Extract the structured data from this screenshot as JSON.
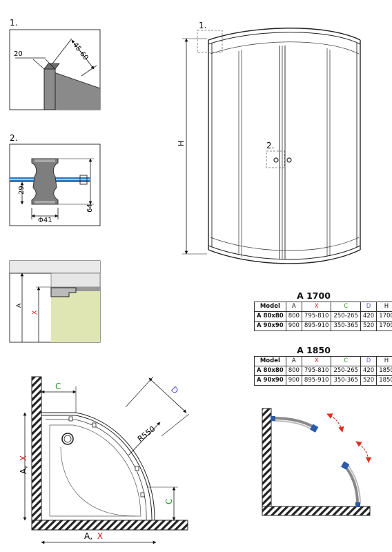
{
  "detail1": {
    "label": "1.",
    "dim_a": "20",
    "dim_b": "45-60"
  },
  "detail2": {
    "label": "2.",
    "dim_height": "29",
    "dim_diameter": "Φ41",
    "dim_total": "64"
  },
  "detail3": {
    "dim_a": "A",
    "dim_x": "X"
  },
  "front_view": {
    "callout1": "1.",
    "callout2": "2.",
    "height_label": "H"
  },
  "plan_view": {
    "dim_c_top": "C",
    "dim_d": "D",
    "radius": "R550",
    "dim_c_side": "C",
    "side_a": "A,",
    "side_x": "X",
    "bottom_a": "A,",
    "bottom_x": "X"
  },
  "colors": {
    "x": "#d11a1a",
    "c": "#2a9a2a",
    "d": "#5a5ac8",
    "tray": "#dfe6b4",
    "rod": "#2c78c0",
    "arrow": "#e03020"
  },
  "tables": [
    {
      "title": "A 1700",
      "headers": [
        "Model",
        "A",
        "X",
        "C",
        "D",
        "H"
      ],
      "rows": [
        [
          "A 80x80",
          "800",
          "795-810",
          "250-265",
          "420",
          "1700"
        ],
        [
          "A 90x90",
          "900",
          "895-910",
          "350-365",
          "520",
          "1700"
        ]
      ]
    },
    {
      "title": "A 1850",
      "headers": [
        "Model",
        "A",
        "X",
        "C",
        "D",
        "H"
      ],
      "rows": [
        [
          "A 80x80",
          "800",
          "795-810",
          "250-265",
          "420",
          "1850"
        ],
        [
          "A 90x90",
          "900",
          "895-910",
          "350-365",
          "520",
          "1850"
        ]
      ]
    }
  ]
}
